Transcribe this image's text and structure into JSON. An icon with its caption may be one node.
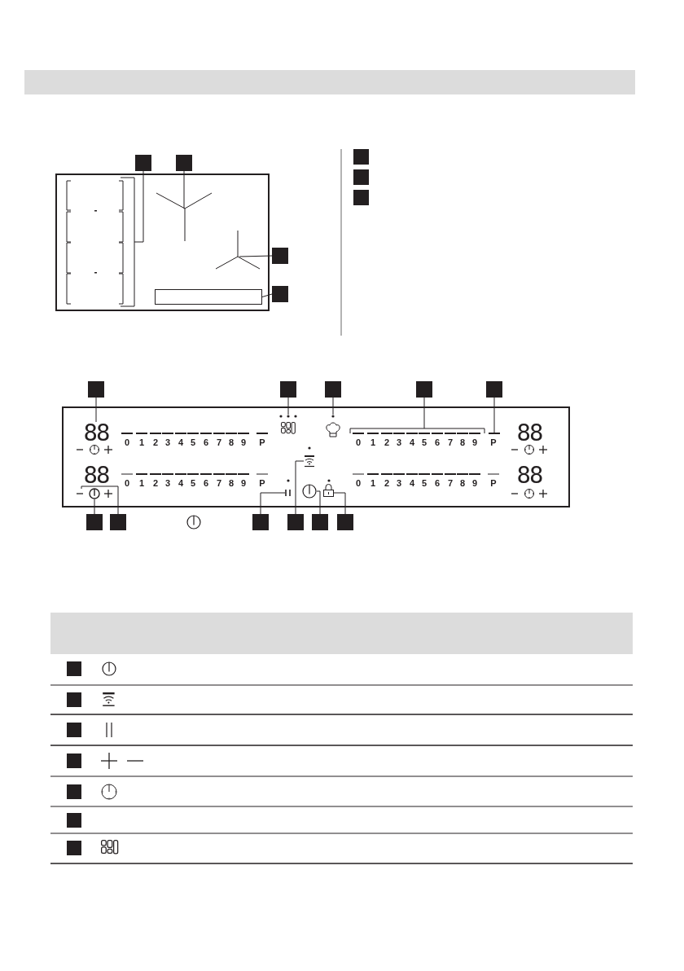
{
  "diagram": {
    "nodes": [
      {
        "text": [],
        "shape": "band"
      },
      {
        "text": [],
        "shape": "box"
      },
      {
        "text": [],
        "shape": "box",
        "in": 1
      },
      {
        "text": [],
        "shape": "bracket",
        "in": 1
      },
      {
        "text": [],
        "shape": "mark",
        "in": 1
      },
      {
        "text": [],
        "shape": "mark",
        "in": 1
      },
      {
        "text": [],
        "shape": "box"
      },
      {
        "text": [],
        "shape": "box"
      },
      {
        "text": [],
        "shape": "box"
      },
      {
        "text": [],
        "shape": "box"
      },
      {
        "text": [],
        "shape": "box"
      },
      {
        "text": [],
        "shape": "box"
      },
      {
        "text": [],
        "shape": "box"
      },
      {
        "text": [],
        "shape": "box"
      },
      {
        "text": [
          "88"
        ],
        "in": 13
      },
      {
        "text": [
          "88"
        ],
        "in": 13
      },
      {
        "text": [
          "88"
        ],
        "in": 13
      },
      {
        "text": [
          "88"
        ],
        "in": 13
      },
      {
        "text": [],
        "shape": "circle",
        "in": 13
      },
      {
        "text": [],
        "shape": "circle",
        "in": 13
      },
      {
        "text": [],
        "shape": "bracket",
        "in": 13
      },
      {
        "text": [],
        "shape": "bar",
        "in": 13
      },
      {
        "text": [],
        "shape": "circle",
        "in": 13
      },
      {
        "text": [],
        "shape": "bracket",
        "in": 13
      },
      {
        "text": [],
        "shape": "bar",
        "in": 13
      },
      {
        "text": [],
        "shape": "icon",
        "in": 13
      },
      {
        "text": [],
        "shape": "circle",
        "in": 13
      },
      {
        "text": [],
        "shape": "icon",
        "in": 13
      },
      {
        "text": [],
        "shape": "box"
      },
      {
        "text": [],
        "shape": "box"
      },
      {
        "text": [],
        "shape": "box"
      },
      {
        "text": [],
        "shape": "box"
      },
      {
        "text": [],
        "shape": "box"
      },
      {
        "text": [],
        "shape": "box"
      },
      {
        "text": [],
        "shape": "box"
      },
      {
        "text": [],
        "shape": "box"
      },
      {
        "text": [],
        "shape": "box"
      },
      {
        "text": [],
        "shape": "box"
      },
      {
        "text": [],
        "shape": "box"
      },
      {
        "text": [],
        "shape": "band"
      },
      {
        "text": [],
        "shape": "box"
      },
      {
        "text": [],
        "shape": "box"
      },
      {
        "text": [],
        "shape": "box"
      },
      {
        "text": [],
        "shape": "box"
      },
      {
        "text": [],
        "shape": "box"
      },
      {
        "text": [],
        "shape": "box"
      },
      {
        "text": [],
        "shape": "box"
      }
    ],
    "edges": [
      {
        "from": 6,
        "to": 3,
        "arrow": "none"
      },
      {
        "from": 7,
        "to": 4,
        "arrow": "none"
      },
      {
        "from": 8,
        "to": 5,
        "arrow": "none"
      },
      {
        "from": 9,
        "to": 2,
        "arrow": "none"
      },
      {
        "from": 28,
        "to": 14,
        "arrow": "none"
      },
      {
        "from": 29,
        "to": 18,
        "arrow": "none"
      },
      {
        "from": 30,
        "to": 19,
        "arrow": "none"
      },
      {
        "from": 31,
        "to": 20,
        "arrow": "none"
      },
      {
        "from": 32,
        "to": 21,
        "arrow": "none"
      },
      {
        "from": 33,
        "to": 22,
        "arrow": "none"
      },
      {
        "from": 34,
        "to": 23,
        "arrow": "none"
      },
      {
        "from": 35,
        "to": 24,
        "arrow": "none"
      },
      {
        "from": 36,
        "to": 25,
        "arrow": "none"
      },
      {
        "from": 37,
        "to": 26,
        "arrow": "none"
      },
      {
        "from": 38,
        "to": 27,
        "arrow": "none"
      }
    ],
    "labels": [
      "0",
      "1",
      "2",
      "3",
      "4",
      "5",
      "6",
      "7",
      "8",
      "9",
      "P",
      "0",
      "1",
      "2",
      "3",
      "4",
      "5",
      "6",
      "7",
      "8",
      "9",
      "P",
      "0",
      "1",
      "2",
      "3",
      "4",
      "5",
      "6",
      "7",
      "8",
      "9",
      "P",
      "0",
      "1",
      "2",
      "3",
      "4",
      "5",
      "6",
      "7",
      "8",
      "9",
      "P"
    ]
  }
}
